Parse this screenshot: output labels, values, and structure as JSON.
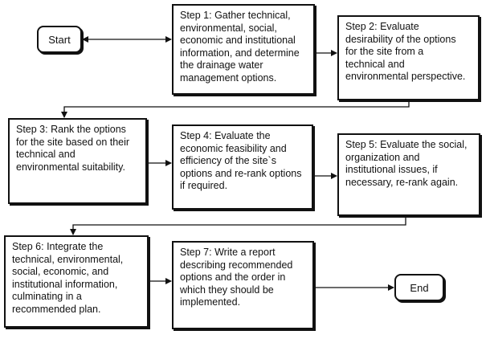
{
  "diagram": {
    "start_label": "Start",
    "end_label": "End",
    "steps": [
      {
        "text": "Step 1: Gather technical,\nenvironmental, social,\neconomic and institutional\ninformation, and determine\nthe drainage water\nmanagement options."
      },
      {
        "text": "Step 2: Evaluate\ndesirability of the options\nfor the site from a\ntechnical and\nenvironmental perspective."
      },
      {
        "text": "Step 3: Rank the options\nfor the site based on their\ntechnical and\nenvironmental suitability."
      },
      {
        "text": "Step 4: Evaluate the\neconomic feasibility and\nefficiency of the site`s\noptions and re-rank options\nif required."
      },
      {
        "text": "Step 5: Evaluate the social,\norganization and\ninstitutional issues, if\nnecessary, re-rank again."
      },
      {
        "text": "Step 6: Integrate the\ntechnical, environmental,\nsocial, economic, and\ninstitutional information,\nculminating in a\nrecommended plan."
      },
      {
        "text": "Step 7: Write a report\ndescribing recommended\noptions and the order in\nwhich they should be\nimplemented."
      }
    ]
  }
}
